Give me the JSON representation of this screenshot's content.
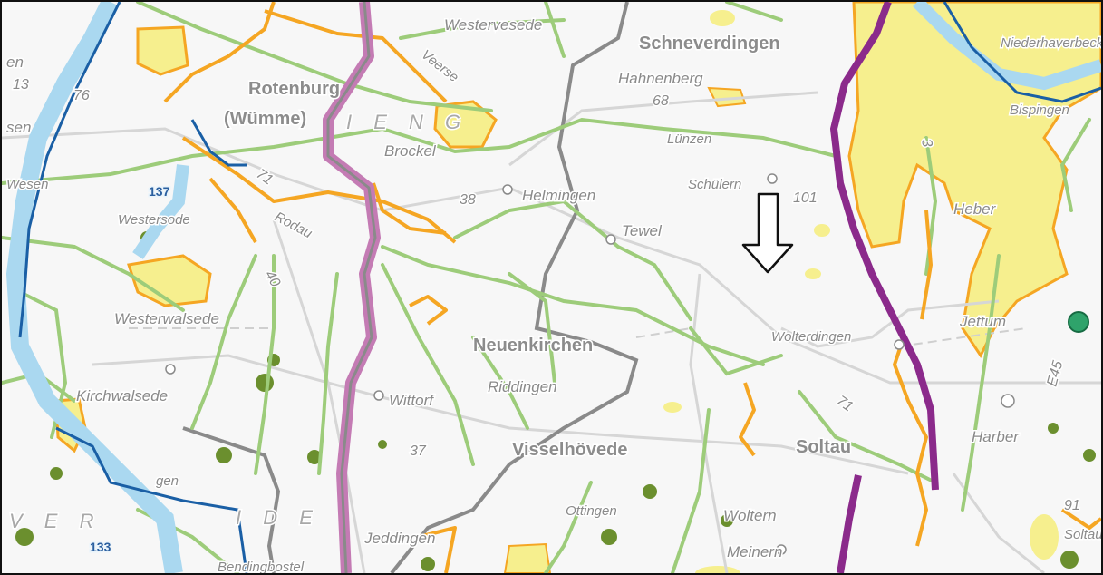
{
  "map": {
    "colors": {
      "river_light": "#aad8f0",
      "river_dark": "#1a5fa5",
      "orange": "#f5a623",
      "green": "#9dcc7a",
      "purple": "#8b2a8b",
      "pink": "#c47bb4",
      "gray": "#8a8a8a",
      "yellow_area": "#f6ef8e",
      "forest": "#6b8f2e",
      "station": "#2fa36b"
    },
    "towns": {
      "schneverdingen": "Schneverdingen",
      "rotenburg": "Rotenburg",
      "wumme": "(Wümme)",
      "neuenkirchen": "Neuenkirchen",
      "visselhoevede": "Visselhövede",
      "soltau": "Soltau"
    },
    "villages": {
      "westervesede": "Westervesede",
      "hahnenberg": "Hahnenberg",
      "brockel": "Brockel",
      "helmingen": "Helmingen",
      "tewel": "Tewel",
      "schuelern": "Schülern",
      "luenzen": "Lünzen",
      "westerwalsede": "Westerwalsede",
      "kirchwalsede": "Kirchwalsede",
      "wittorf": "Wittorf",
      "riddingen": "Riddingen",
      "wolterdingen": "Wolterdingen",
      "wolterin": "Woltern",
      "meinern": "Meinern",
      "jeddingen": "Jeddingen",
      "otingen": "Ottingen",
      "bendingbostel": "Bendingbostel",
      "heber": "Heber",
      "harber": "Harber",
      "jettum": "Jettum",
      "niederhaverbeck": "Niederhaverbeck",
      "bispingen": "Bispingen",
      "westersode": "Westersode",
      "en": "en",
      "sen": "sen",
      "wesen": "Wesen",
      "gen": "gen",
      "rodau": "Rodau",
      "veerse": "Veerse",
      "ocee": "Soltau"
    },
    "route_numbers": {
      "r68": "68",
      "r101": "101",
      "r71a": "71",
      "r71b": "71",
      "r76": "76",
      "r38": "38",
      "r40": "40",
      "r37": "37",
      "r3": "3",
      "r91": "91",
      "r13": "13",
      "e45": "E45",
      "s137": "137",
      "s133": "133"
    },
    "region_text": {
      "ver": "V E R",
      "ide": "I D E",
      "ieng": "I E N G"
    }
  }
}
